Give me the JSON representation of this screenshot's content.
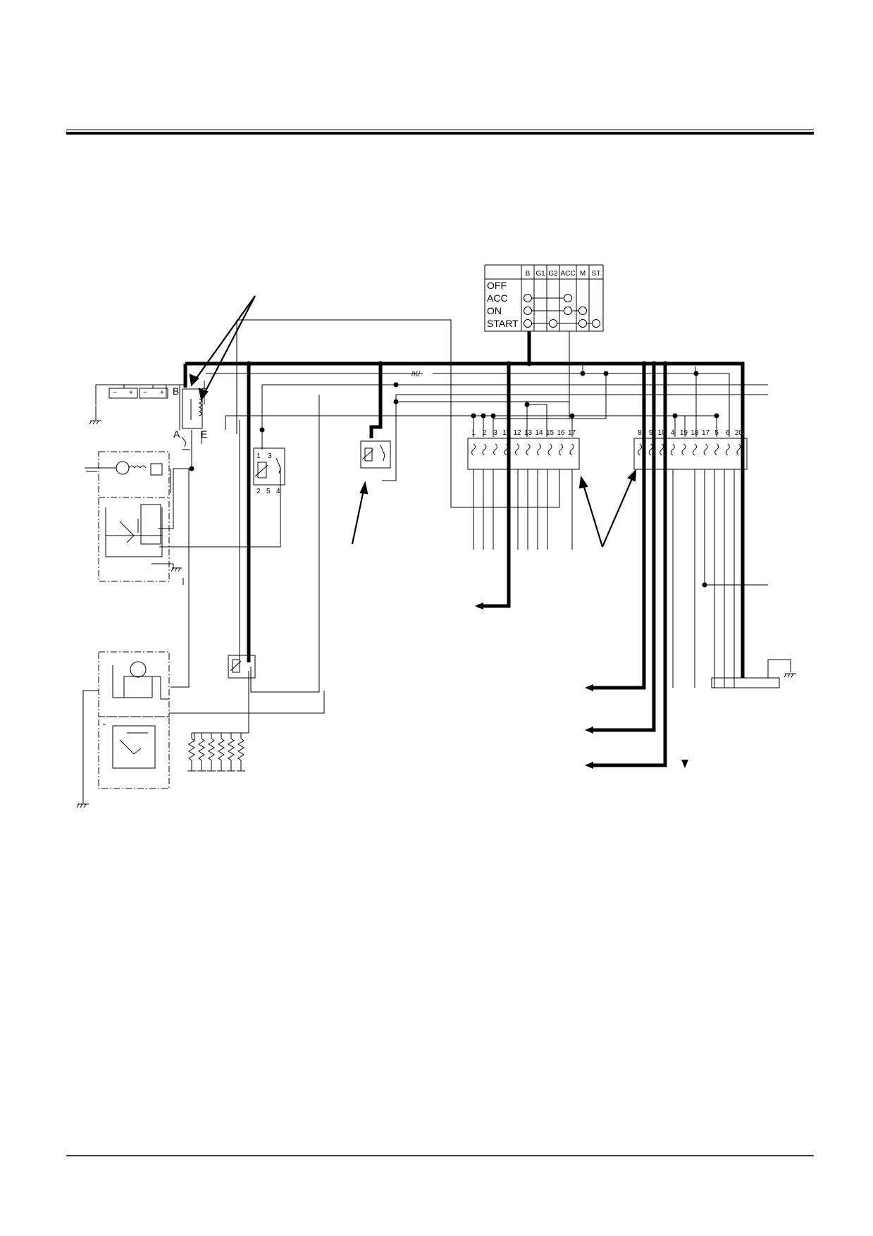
{
  "switch_table": {
    "columns": [
      "B",
      "G1",
      "G2",
      "ACC",
      "M",
      "ST"
    ],
    "rows": [
      {
        "name": "OFF",
        "connected": []
      },
      {
        "name": "ACC",
        "connected": [
          0,
          3
        ]
      },
      {
        "name": "ON",
        "connected": [
          0,
          3,
          4
        ]
      },
      {
        "name": "START",
        "connected": [
          0,
          2,
          4,
          5
        ]
      }
    ]
  },
  "relay_terminals": {
    "b": "B",
    "s": "S",
    "a": "A",
    "e": "E"
  },
  "relay_pins": [
    "1",
    "3",
    "2",
    "5",
    "4"
  ],
  "fuse_box_1": [
    "1",
    "2",
    "3",
    "11",
    "12",
    "13",
    "14",
    "15",
    "16",
    "17"
  ],
  "fuse_box_2": [
    "8",
    "9",
    "10",
    "4",
    "19",
    "18",
    "17",
    "5",
    "6",
    "20"
  ],
  "breaker_symbol": "/K/"
}
